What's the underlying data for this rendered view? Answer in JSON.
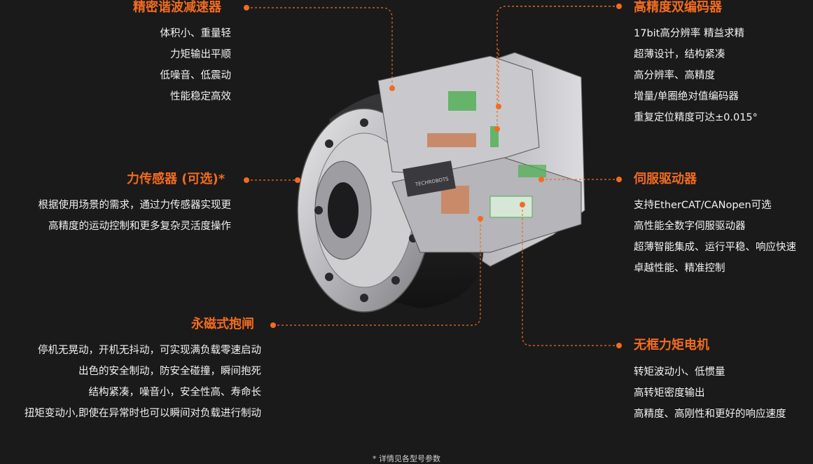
{
  "colors": {
    "accent": "#f26b21",
    "background": "#1a1a1a",
    "text": "#f2f2f2"
  },
  "left": {
    "reducer": {
      "title": "精密谐波减速器",
      "items": [
        "体积小、重量轻",
        "力矩输出平顺",
        "低噪音、低震动",
        "性能稳定高效"
      ]
    },
    "sensor": {
      "title": "力传感器 (可选)*",
      "items": [
        "根据使用场景的需求，通过力传感器实现更",
        "高精度的运动控制和更多复杂灵活度操作"
      ]
    },
    "brake": {
      "title": "永磁式抱闸",
      "items": [
        "停机无晃动，开机无抖动，可实现满负载零速启动",
        "出色的安全制动，防安全碰撞，瞬间抱死",
        "结构紧凑，噪音小，安全性高、寿命长",
        "扭矩变动小,即使在异常时也可以瞬间对负载进行制动"
      ]
    }
  },
  "right": {
    "encoder": {
      "title": "高精度双编码器",
      "items": [
        "17bit高分辨率 精益求精",
        "超薄设计，结构紧凑",
        "高分辨率、高精度",
        "增量/单圈绝对值编码器",
        "重复定位精度可达±0.015°"
      ]
    },
    "driver": {
      "title": "伺服驱动器",
      "items": [
        "支持EtherCAT/CANopen可选",
        "高性能全数字伺服驱动器",
        "超薄智能集成、运行平稳、响应快速",
        "卓越性能、精准控制"
      ]
    },
    "motor": {
      "title": "无框力矩电机",
      "items": [
        "转矩波动小、低惯量",
        "高转矩密度输出",
        "高精度、高刚性和更好的响应速度"
      ]
    }
  },
  "product_logo": "TECHROBOTS",
  "footnote": "* 详情见各型号参数"
}
